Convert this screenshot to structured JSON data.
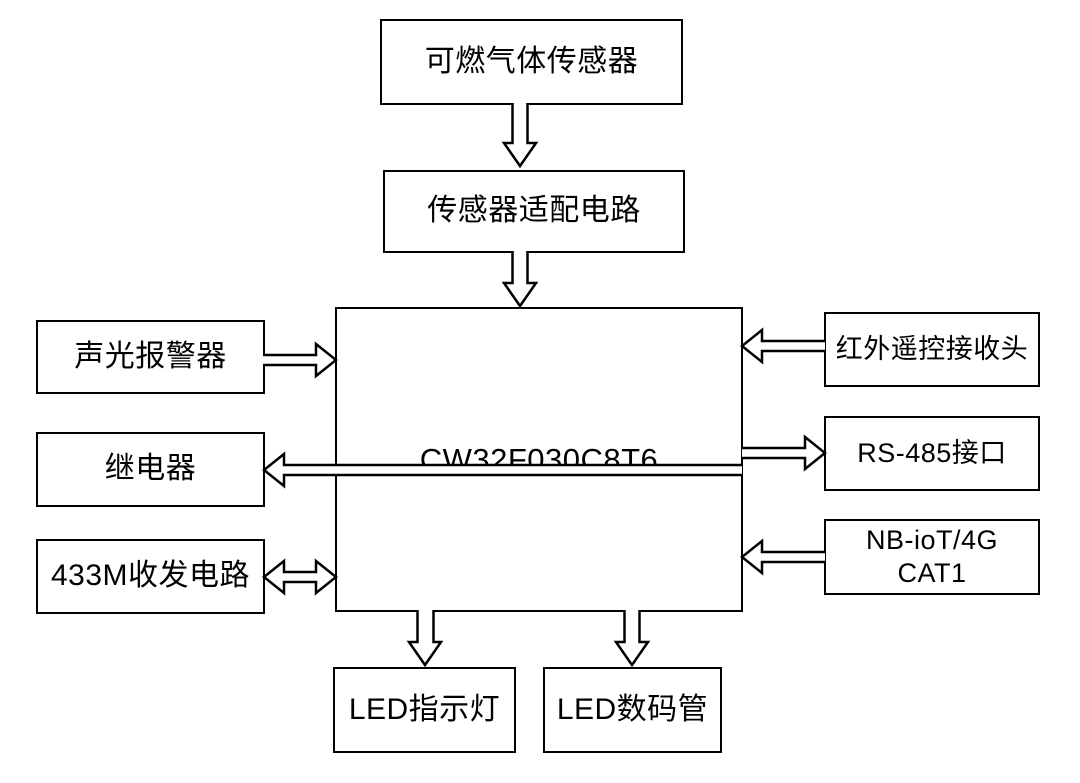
{
  "diagram": {
    "type": "block-diagram",
    "colors": {
      "line": "#000000",
      "block_fill": "#ffffff",
      "background": "#ffffff",
      "text": "#000000"
    },
    "blocks": {
      "gas_sensor": {
        "label": "可燃气体传感器"
      },
      "adapter": {
        "label": "传感器适配电路"
      },
      "mcu": {
        "label": "CW32F030C8T6"
      },
      "alarm": {
        "label": "声光报警器"
      },
      "relay": {
        "label": "继电器"
      },
      "rf433": {
        "label": "433M收发电路"
      },
      "ir_receiver": {
        "label": "红外遥控接收头"
      },
      "rs485": {
        "label": "RS-485接口"
      },
      "nbiot": {
        "label_line1": "NB-ioT/4G",
        "label_line2": "CAT1"
      },
      "led_indicator": {
        "label": "LED指示灯"
      },
      "led_display": {
        "label": "LED数码管"
      }
    },
    "connections": [
      {
        "from": "可燃气体传感器",
        "to": "传感器适配电路",
        "direction": "down"
      },
      {
        "from": "传感器适配电路",
        "to": "CW32F030C8T6",
        "direction": "down"
      },
      {
        "from": "声光报警器",
        "to": "CW32F030C8T6",
        "direction": "right"
      },
      {
        "from": "CW32F030C8T6",
        "to": "继电器",
        "direction": "left"
      },
      {
        "from": "433M收发电路",
        "to": "CW32F030C8T6",
        "direction": "bidirectional"
      },
      {
        "from": "红外遥控接收头",
        "to": "CW32F030C8T6",
        "direction": "left"
      },
      {
        "from": "CW32F030C8T6",
        "to": "RS-485接口",
        "direction": "right"
      },
      {
        "from": "NB-ioT/4G CAT1",
        "to": "CW32F030C8T6",
        "direction": "left"
      },
      {
        "from": "CW32F030C8T6",
        "to": "LED指示灯",
        "direction": "down"
      },
      {
        "from": "CW32F030C8T6",
        "to": "LED数码管",
        "direction": "down"
      }
    ]
  }
}
